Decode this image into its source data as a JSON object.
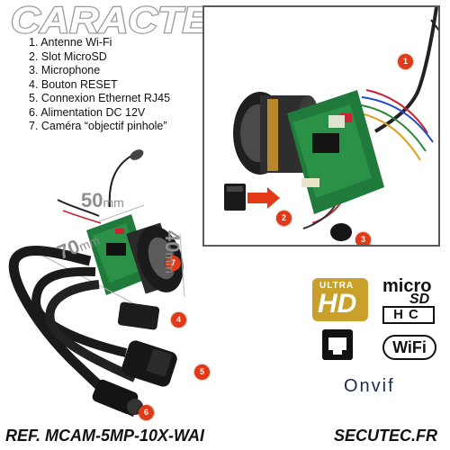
{
  "header": {
    "title": "CARACTERISTIQUES"
  },
  "features": [
    "1. Antenne Wi-Fi",
    "2. Slot MicroSD",
    "3. Microphone",
    "4. Bouton RESET",
    "5. Connexion Ethernet RJ45",
    "6. Alimentation DC 12V",
    "7. Caméra “objectif pinhole”"
  ],
  "inset_callouts": [
    "1",
    "2",
    "3"
  ],
  "product_callouts": [
    "4",
    "5",
    "6",
    "7"
  ],
  "dimensions": {
    "width": {
      "value": "50",
      "unit": "mm"
    },
    "depth": {
      "value": "70",
      "unit": "mm"
    },
    "height": {
      "value": "40",
      "unit": "mm"
    }
  },
  "logos": {
    "ultra_hd": {
      "top": "ULTRA",
      "main": "HD"
    },
    "microsd": {
      "micro": "micro",
      "sd": "SD",
      "hc": "HC"
    },
    "wifi": "WiFi",
    "onvif": "Onvif"
  },
  "footer": {
    "reference": "REF. MCAM-5MP-10X-WAI",
    "brand": "SECUTEC.FR"
  },
  "colors": {
    "callout": "#e23a17",
    "title": "#ffffff",
    "title_outline": "#9a9a9a",
    "dimension": "#8d8d8d",
    "ultra_hd_bg": "#c8a02a"
  }
}
